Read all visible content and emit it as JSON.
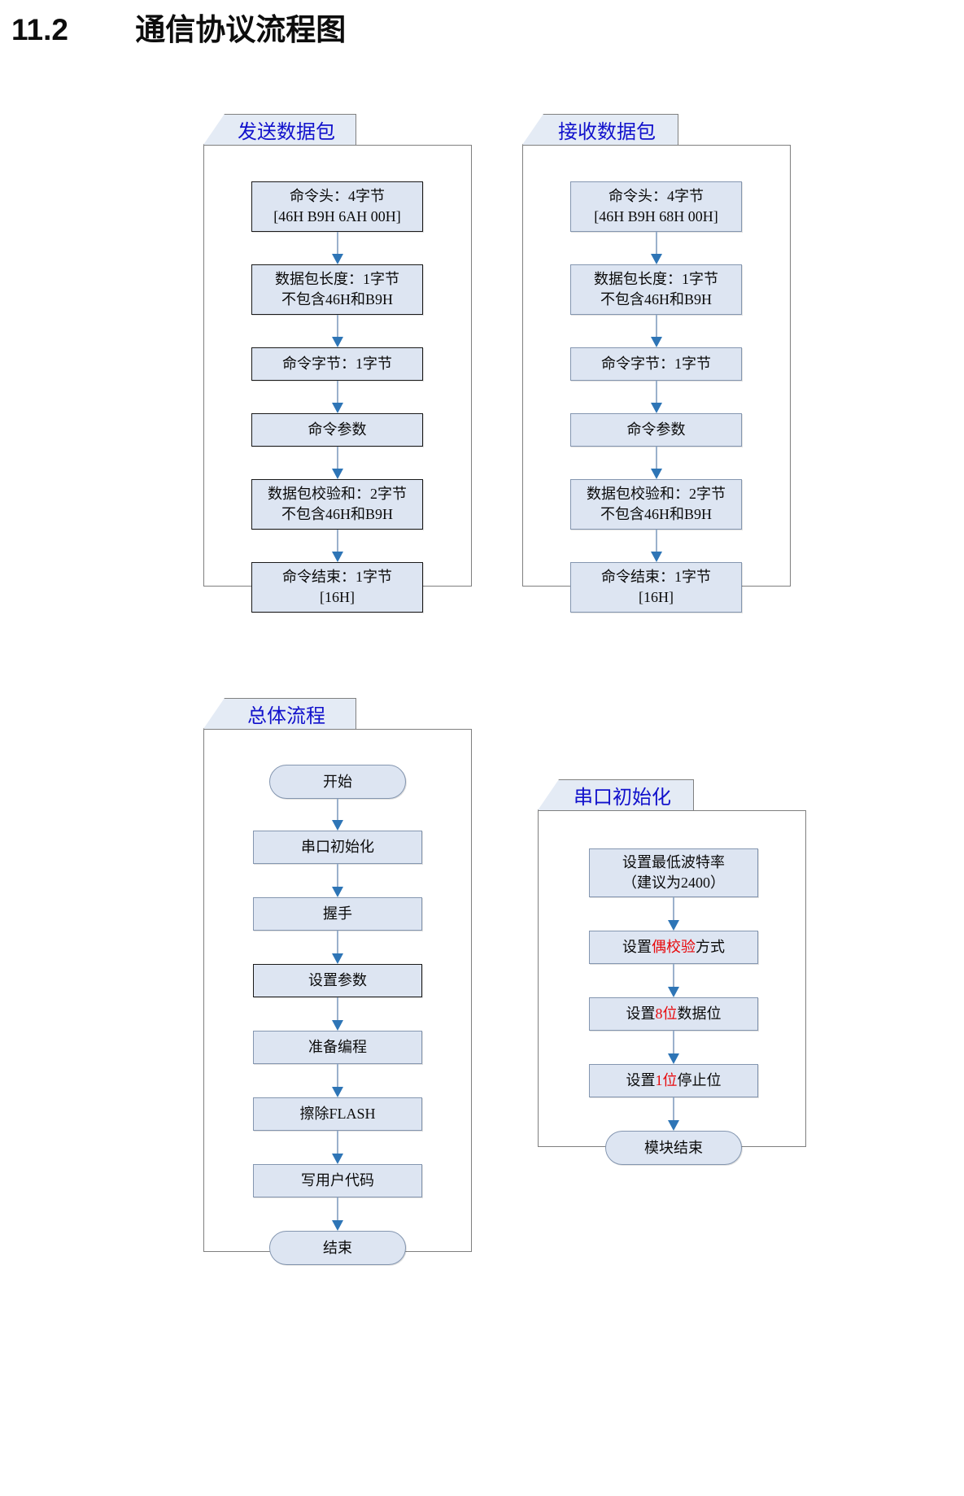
{
  "page": {
    "title": "11.2        通信协议流程图",
    "colors": {
      "tab_text": "#1111cc",
      "node_fill": "#dde5f2",
      "node_border": "#8496b0",
      "arrow": "#2e75b6",
      "highlight": "#e8080b"
    }
  },
  "panels": [
    {
      "id": "send-packet",
      "tab_label": "发送数据包",
      "nodes": [
        {
          "name": "command-header",
          "l1": "命令头：4字节",
          "l2": "[46H B9H 6AH 00H]"
        },
        {
          "name": "packet-length",
          "l1": "数据包长度：1字节",
          "l2": "不包含46H和B9H"
        },
        {
          "name": "command-byte",
          "l1": "命令字节：1字节",
          "l2": ""
        },
        {
          "name": "command-param",
          "l1": "命令参数",
          "l2": ""
        },
        {
          "name": "packet-checksum",
          "l1": "数据包校验和：2字节",
          "l2": "不包含46H和B9H"
        },
        {
          "name": "command-end",
          "l1": "命令结束：1字节",
          "l2": "[16H]"
        }
      ]
    },
    {
      "id": "receive-packet",
      "tab_label": "接收数据包",
      "nodes": [
        {
          "name": "command-header",
          "l1": "命令头：4字节",
          "l2": "[46H B9H 68H 00H]"
        },
        {
          "name": "packet-length",
          "l1": "数据包长度：1字节",
          "l2": "不包含46H和B9H"
        },
        {
          "name": "command-byte",
          "l1": "命令字节：1字节",
          "l2": ""
        },
        {
          "name": "command-param",
          "l1": "命令参数",
          "l2": ""
        },
        {
          "name": "packet-checksum",
          "l1": "数据包校验和：2字节",
          "l2": "不包含46H和B9H"
        },
        {
          "name": "command-end",
          "l1": "命令结束：1字节",
          "l2": "[16H]"
        }
      ]
    },
    {
      "id": "overall-flow",
      "tab_label": "总体流程",
      "nodes": [
        {
          "name": "start",
          "l1": "开始",
          "l2": ""
        },
        {
          "name": "serial-init",
          "l1": "串口初始化",
          "l2": ""
        },
        {
          "name": "handshake",
          "l1": "握手",
          "l2": ""
        },
        {
          "name": "set-params",
          "l1": "设置参数",
          "l2": ""
        },
        {
          "name": "prepare-program",
          "l1": "准备编程",
          "l2": ""
        },
        {
          "name": "erase-flash",
          "l1": "擦除FLASH",
          "l2": ""
        },
        {
          "name": "write-usercode",
          "l1": "写用户代码",
          "l2": ""
        },
        {
          "name": "end",
          "l1": "结束",
          "l2": ""
        }
      ]
    },
    {
      "id": "serial-init",
      "tab_label": "串口初始化",
      "nodes": [
        {
          "name": "set-baudrate",
          "l1": "设置最低波特率",
          "l2": "（建议为2400）"
        },
        {
          "name": "set-parity",
          "pre": "设置",
          "hl": "偶校验",
          "post": "方式",
          "l2": ""
        },
        {
          "name": "set-databits",
          "pre": "设置",
          "hl": "8位",
          "post": "数据位",
          "l2": ""
        },
        {
          "name": "set-stopbits",
          "pre": "设置",
          "hl": "1位",
          "post": "停止位",
          "l2": ""
        },
        {
          "name": "module-end",
          "l1": "模块结束",
          "l2": ""
        }
      ]
    }
  ]
}
